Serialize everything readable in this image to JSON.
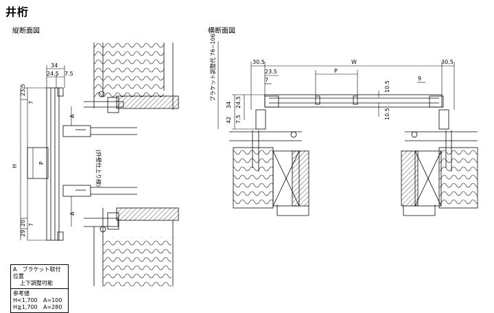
{
  "title": "井桁",
  "sections": {
    "vertical": "縦断面図",
    "horizontal": "横断面図"
  },
  "vertical_dims": {
    "d34": "34",
    "d24_5": "24.5",
    "d7_5": "7.5",
    "d23_5": "23.5",
    "d7a": "7",
    "H": "H",
    "P": "P",
    "A1": "A",
    "A2": "A",
    "d20": "20",
    "d7b": "7",
    "d29": "29",
    "wall_note": "(外壁仕上り線)"
  },
  "horizontal_dims": {
    "d30_5_left": "30.5",
    "W": "W",
    "d30_5_right": "30.5",
    "d23_5": "23.5",
    "d7": "7",
    "P": "P",
    "d10_5_top": "10.5",
    "d9": "9",
    "d34": "34",
    "d24_5": "24.5",
    "d42": "42",
    "d7_5": "7.5",
    "d10_5_bottom": "10.5",
    "bracket_note": "ブラケット調整代 76~106"
  },
  "legend": {
    "line1": "A　ブラケット取付位置",
    "line2": "上下調整可能",
    "ref_title": "参考値",
    "row1_h": "H<1,700",
    "row1_a": "A=100",
    "row2_h": "H≧1,700",
    "row2_a": "A=280"
  }
}
